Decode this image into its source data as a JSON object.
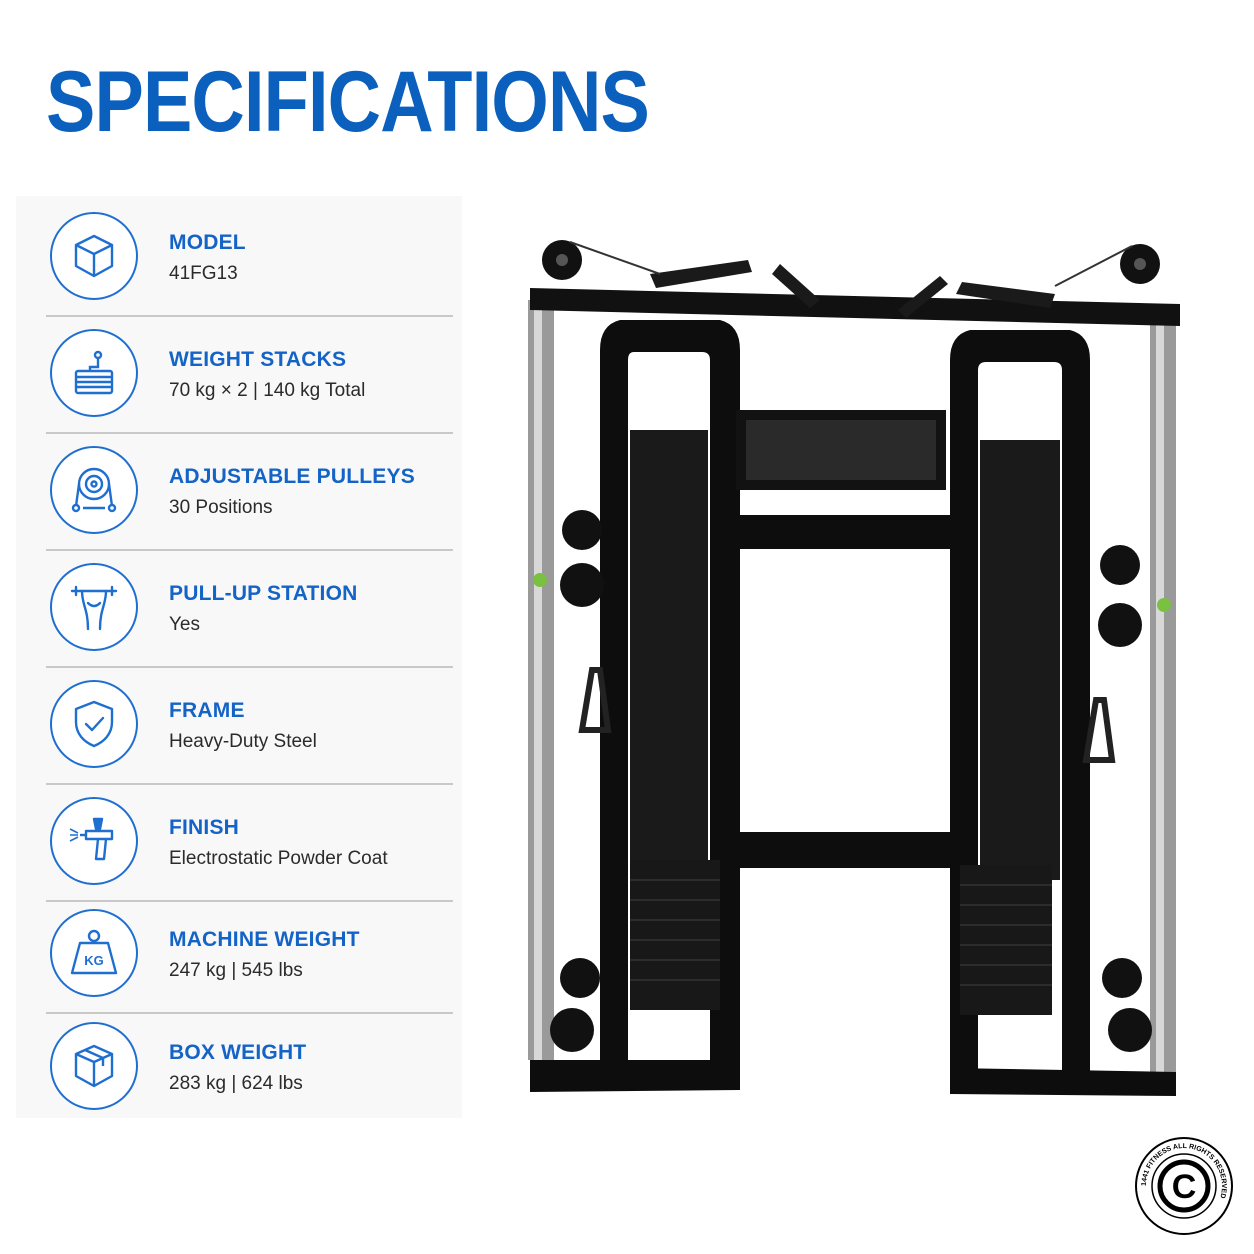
{
  "title": "SPECIFICATIONS",
  "accent_color": "#0b5fbd",
  "specs": [
    {
      "label": "MODEL",
      "value": "41FG13",
      "icon": "cube-icon"
    },
    {
      "label": "WEIGHT STACKS",
      "value": "70 kg × 2 | 140 kg Total",
      "icon": "weight-stack-icon"
    },
    {
      "label": "ADJUSTABLE PULLEYS",
      "value": "30 Positions",
      "icon": "pulley-icon"
    },
    {
      "label": "PULL-UP STATION",
      "value": "Yes",
      "icon": "pull-up-bar-icon"
    },
    {
      "label": "FRAME",
      "value": "Heavy-Duty Steel",
      "icon": "shield-check-icon"
    },
    {
      "label": "FINISH",
      "value": "Electrostatic Powder Coat",
      "icon": "spray-gun-icon"
    },
    {
      "label": "MACHINE WEIGHT",
      "value": "247 kg | 545 lbs",
      "icon": "kg-weight-icon"
    },
    {
      "label": "BOX WEIGHT",
      "value": "283 kg | 624 lbs",
      "icon": "box-icon"
    }
  ],
  "kg_icon_text": "KG",
  "copyright_seal": {
    "ring_text": "1441 FITNESS ALL RIGHTS RESERVED",
    "symbol": "C"
  }
}
